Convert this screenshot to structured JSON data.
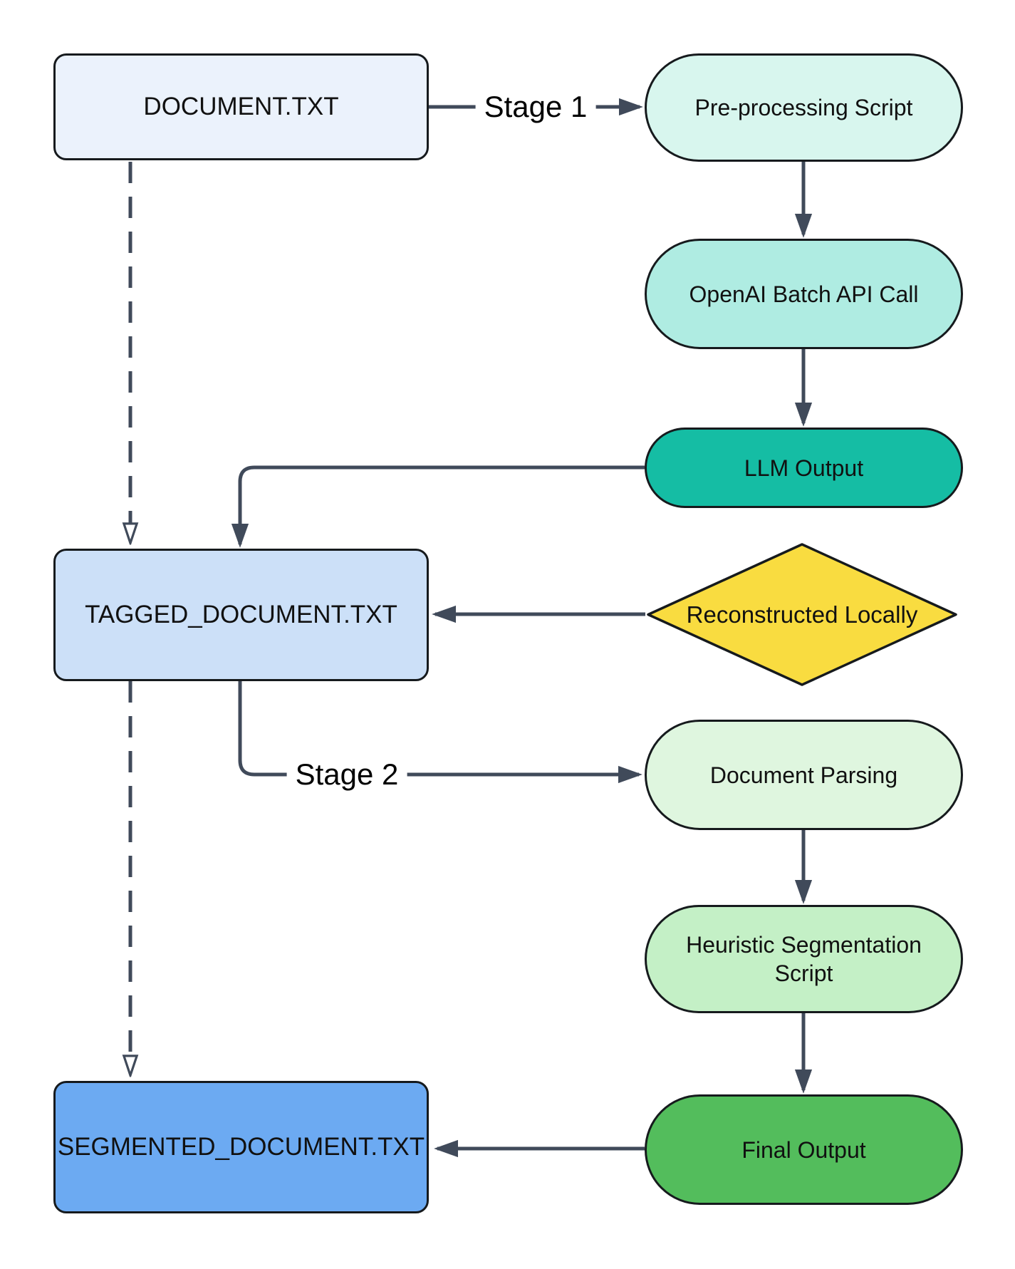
{
  "diagram": {
    "type": "flowchart",
    "nodes": [
      {
        "id": "document",
        "label": "DOCUMENT.TXT",
        "shape": "rect",
        "fill": "#EBF2FC"
      },
      {
        "id": "preprocessing-script",
        "label": "Pre-processing Script",
        "shape": "stadium",
        "fill": "#D8F6EE"
      },
      {
        "id": "openai-batch-api-call",
        "label": "OpenAI Batch API Call",
        "shape": "stadium",
        "fill": "#AFECE2"
      },
      {
        "id": "llm-output",
        "label": "LLM Output",
        "shape": "stadium",
        "fill": "#15BDA4"
      },
      {
        "id": "tagged-document",
        "label": "TAGGED_DOCUMENT.TXT",
        "shape": "rect",
        "fill": "#CCE0F8"
      },
      {
        "id": "reconstructed-locally",
        "label": "Reconstructed Locally",
        "shape": "diamond",
        "fill": "#F9DC40"
      },
      {
        "id": "document-parsing",
        "label": "Document Parsing",
        "shape": "stadium",
        "fill": "#DFF6DF"
      },
      {
        "id": "heuristic-segmentation",
        "label": "Heuristic Segmentation Script",
        "shape": "stadium",
        "fill": "#C4F0C6"
      },
      {
        "id": "final-output",
        "label": "Final Output",
        "shape": "stadium",
        "fill": "#53BD5C"
      },
      {
        "id": "segmented-document",
        "label": "SEGMENTED_DOCUMENT.TXT",
        "shape": "rect",
        "fill": "#6CAAF2"
      }
    ],
    "edges": [
      {
        "from": "document",
        "to": "preprocessing-script",
        "label": "Stage 1",
        "style": "solid",
        "arrowhead": "filled"
      },
      {
        "from": "preprocessing-script",
        "to": "openai-batch-api-call",
        "label": "",
        "style": "solid",
        "arrowhead": "filled"
      },
      {
        "from": "openai-batch-api-call",
        "to": "llm-output",
        "label": "",
        "style": "solid",
        "arrowhead": "filled"
      },
      {
        "from": "llm-output",
        "to": "tagged-document",
        "label": "",
        "style": "solid",
        "arrowhead": "filled"
      },
      {
        "from": "reconstructed-locally",
        "to": "tagged-document",
        "label": "",
        "style": "solid",
        "arrowhead": "filled"
      },
      {
        "from": "document",
        "to": "tagged-document",
        "label": "",
        "style": "dashed",
        "arrowhead": "hollow"
      },
      {
        "from": "tagged-document",
        "to": "document-parsing",
        "label": "Stage 2",
        "style": "solid",
        "arrowhead": "filled"
      },
      {
        "from": "tagged-document",
        "to": "segmented-document",
        "label": "",
        "style": "dashed",
        "arrowhead": "hollow"
      },
      {
        "from": "document-parsing",
        "to": "heuristic-segmentation",
        "label": "",
        "style": "solid",
        "arrowhead": "filled"
      },
      {
        "from": "heuristic-segmentation",
        "to": "final-output",
        "label": "",
        "style": "solid",
        "arrowhead": "filled"
      },
      {
        "from": "final-output",
        "to": "segmented-document",
        "label": "",
        "style": "solid",
        "arrowhead": "filled"
      }
    ],
    "edge_labels": {
      "stage1": "Stage 1",
      "stage2": "Stage 2"
    }
  },
  "colors": {
    "background": "#FFFFFF",
    "node_border": "#161A1D",
    "edge": "#404A5A",
    "text": "#111111"
  }
}
